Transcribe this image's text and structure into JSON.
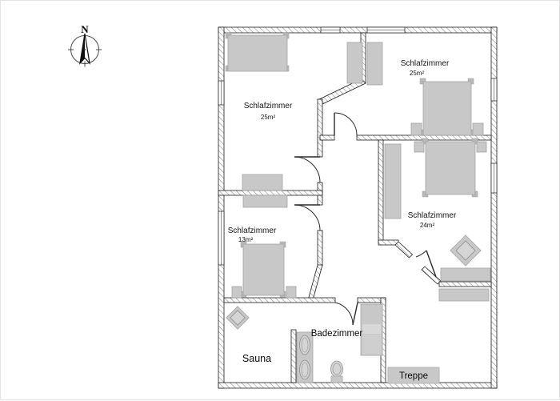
{
  "plan": {
    "compass": {
      "north_label": "N"
    },
    "rooms": {
      "bedroom_nw": {
        "label": "Schlafzimmer",
        "area": "25m²"
      },
      "bedroom_ne": {
        "label": "Schlafzimmer",
        "area": "25m²"
      },
      "bedroom_e": {
        "label": "Schlafzimmer",
        "area": "24m²"
      },
      "bedroom_w": {
        "label": "Schlafzimmer",
        "area": "13m²"
      },
      "sauna": {
        "label": "Sauna"
      },
      "bathroom": {
        "label": "Badezimmer"
      },
      "stairs": {
        "label": "Treppe"
      }
    },
    "colors": {
      "background": "#ffffff",
      "wall_outline": "#1c1c1c",
      "hatch_line": "#6e6e6e",
      "furniture_fill": "#c8c8c8",
      "furniture_border": "#a3a3a3"
    }
  }
}
